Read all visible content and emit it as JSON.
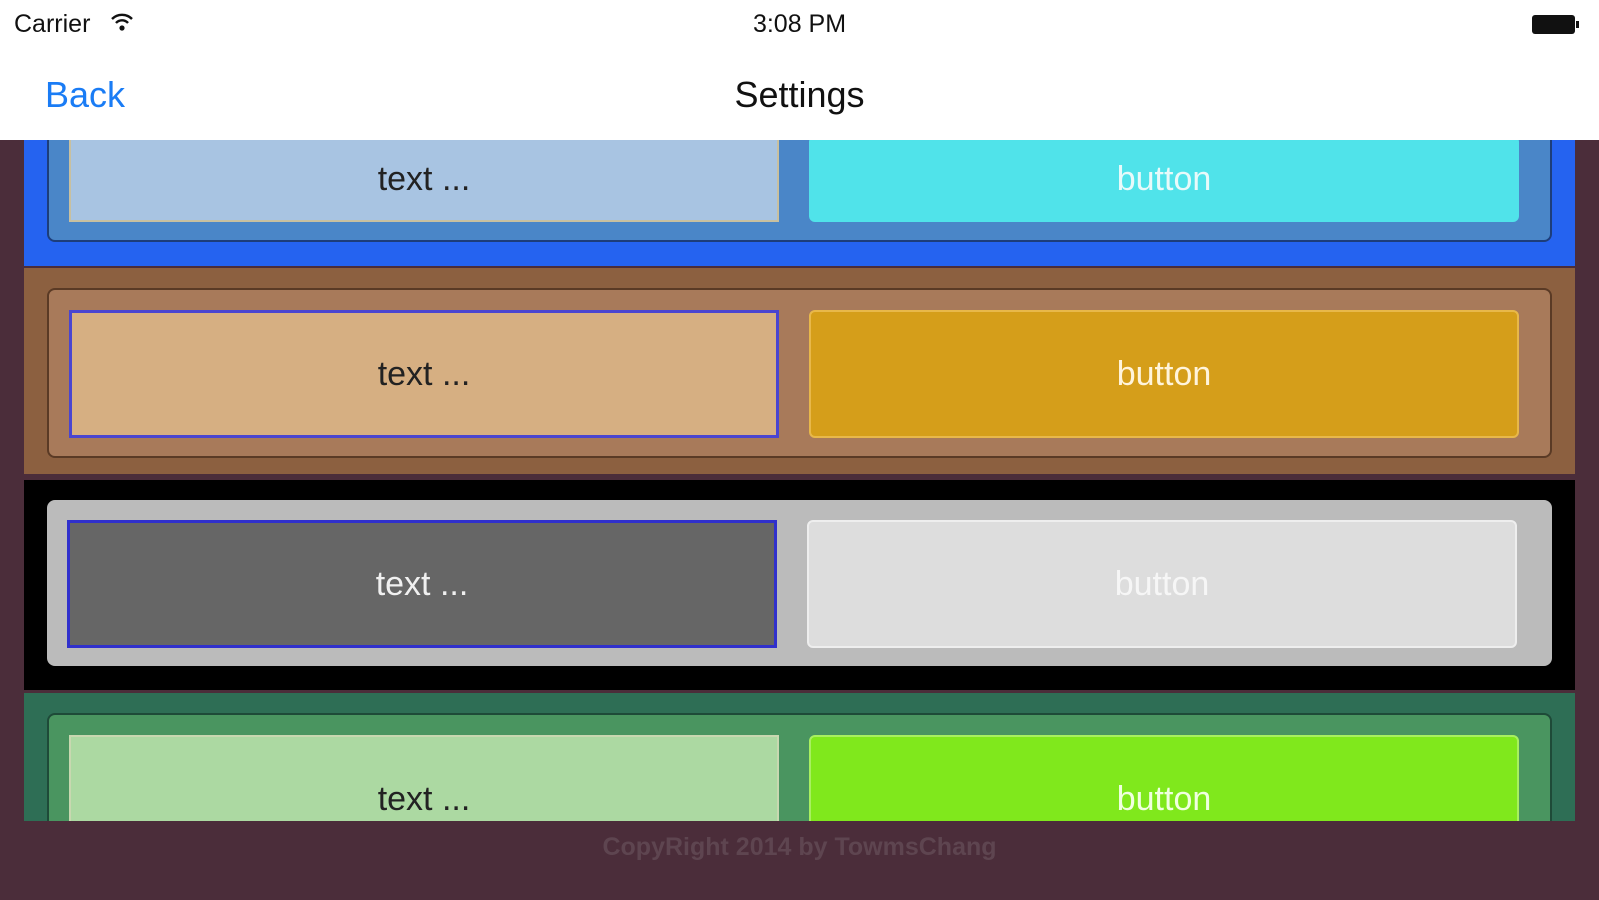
{
  "status_bar": {
    "carrier": "Carrier",
    "time": "3:08 PM",
    "wifi_icon": "wifi-icon",
    "battery_icon": "battery-icon"
  },
  "nav_bar": {
    "back_label": "Back",
    "title": "Settings"
  },
  "rows": [
    {
      "field_text": "text ...",
      "button_label": "button",
      "colors": {
        "row_bg": "#2563f0",
        "card_bg": "#4a86c8",
        "field_bg": "#a8c4e2",
        "field_border": "#c8c0a0",
        "field_text": "#222222",
        "button_bg": "#50e3ea",
        "button_text": "#e8fafa"
      }
    },
    {
      "field_text": "text ...",
      "button_label": "button",
      "colors": {
        "row_bg": "#8c6040",
        "card_bg": "#a87a5a",
        "field_bg": "#d6af82",
        "field_border": "#4a45d0",
        "field_text": "#222222",
        "button_bg": "#d59e1a",
        "button_text": "#fff4dc"
      }
    },
    {
      "field_text": "text ...",
      "button_label": "button",
      "colors": {
        "row_bg": "#000000",
        "card_bg": "#bbbbbb",
        "field_bg": "#666666",
        "field_border": "#3030cc",
        "field_text": "#f0f0f0",
        "button_bg": "#dddddd",
        "button_text": "#f6f6f6"
      }
    },
    {
      "field_text": "text ...",
      "button_label": "button",
      "colors": {
        "row_bg": "#2e6e55",
        "card_bg": "#4a9560",
        "field_bg": "#acd9a2",
        "field_border": "#c8d8b0",
        "field_text": "#222222",
        "button_bg": "#80e81c",
        "button_text": "#f0ffe0"
      }
    }
  ],
  "footer": {
    "copyright": "CopyRight 2014 by TowmsChang"
  }
}
